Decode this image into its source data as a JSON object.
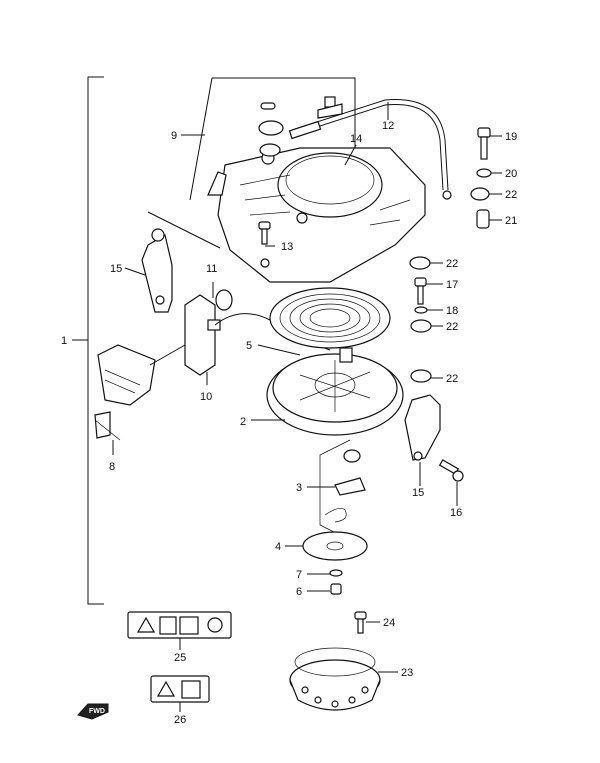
{
  "callouts": {
    "c1": "1",
    "c2": "2",
    "c3": "3",
    "c4": "4",
    "c5": "5",
    "c6": "6",
    "c7": "7",
    "c8": "8",
    "c9": "9",
    "c10": "10",
    "c11": "11",
    "c12": "12",
    "c13": "13",
    "c14": "14",
    "c15a": "15",
    "c15b": "15",
    "c16": "16",
    "c17": "17",
    "c18": "18",
    "c19": "19",
    "c20": "20",
    "c21": "21",
    "c22a": "22",
    "c22b": "22",
    "c22c": "22",
    "c22d": "22",
    "c23": "23",
    "c24": "24",
    "c25": "25",
    "c26": "26"
  },
  "fwd_label": "FWD"
}
